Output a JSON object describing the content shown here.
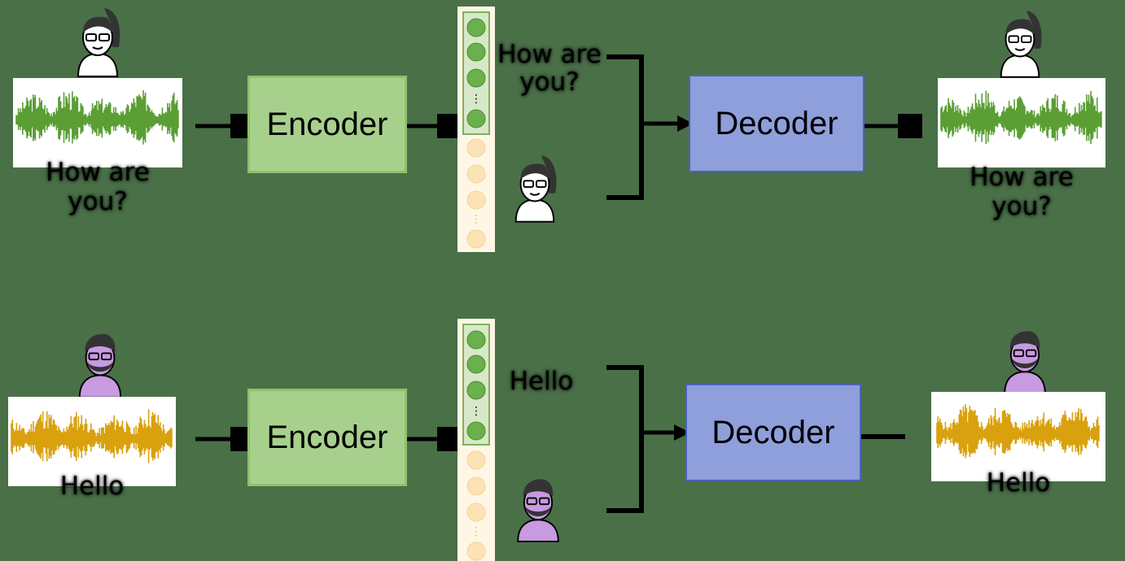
{
  "colors": {
    "background": "#4a7048",
    "encoder_fill": "#a8d08d",
    "decoder_fill": "#8f9fdc",
    "wave_green": "#5a9e34",
    "wave_orange": "#d9a10e",
    "speaker_female_tint": "#ffffff",
    "speaker_male_tint": "#c89ae0"
  },
  "top_row": {
    "input_label": "How are you?",
    "encoder_label": "Encoder",
    "content_text": "How are you?",
    "decoder_label": "Decoder",
    "output_label": "How are you?",
    "speaker_icon": "female-speaker-icon"
  },
  "bottom_row": {
    "input_label": "Hello",
    "encoder_label": "Encoder",
    "content_text": "Hello",
    "decoder_label": "Decoder",
    "output_label": "Hello",
    "speaker_icon": "male-speaker-icon"
  }
}
